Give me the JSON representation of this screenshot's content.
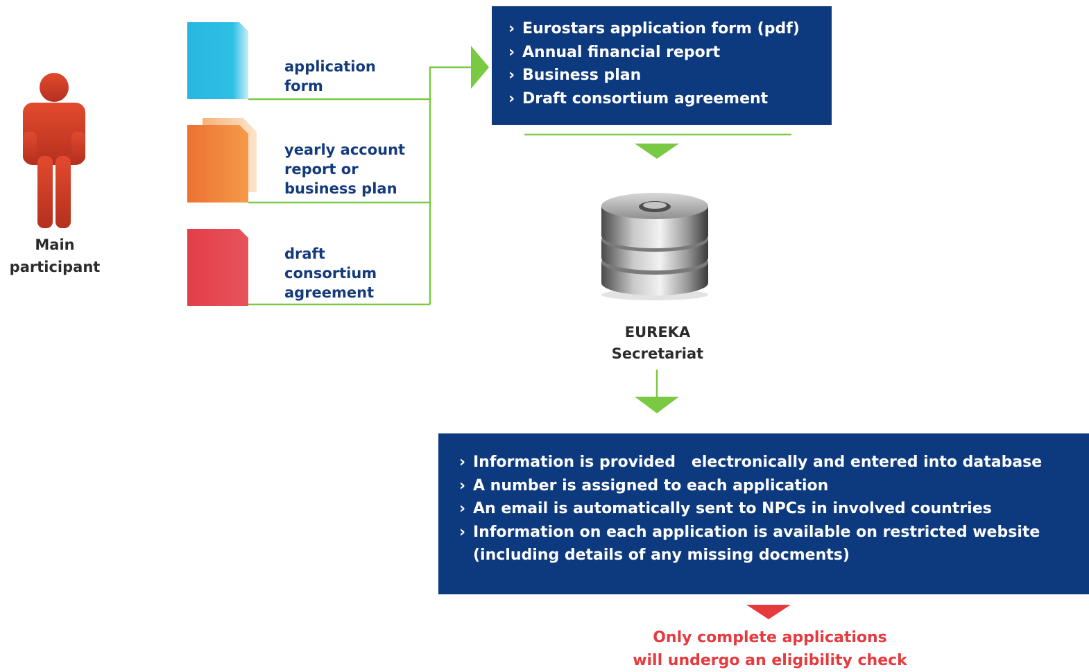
{
  "actor": {
    "label_line1": "Main",
    "label_line2": "participant",
    "icon": "person-icon",
    "color": "#d5432a"
  },
  "documents": [
    {
      "label_lines": [
        "application",
        "form"
      ],
      "color": "#2ab8e0",
      "icon": "document-icon"
    },
    {
      "label_lines": [
        "yearly account",
        "report or",
        "business plan"
      ],
      "color": "#f07f3a",
      "icon": "documents-stack-icon"
    },
    {
      "label_lines": [
        "draft",
        "consortium",
        "agreement"
      ],
      "color": "#e5404a",
      "icon": "document-icon"
    }
  ],
  "submission_box": {
    "items": [
      "Eurostars application form (pdf)",
      "Annual financial report",
      "Business plan",
      "Draft consortium agreement"
    ]
  },
  "secretariat": {
    "label_line1": "EUREKA",
    "label_line2": "Secretariat",
    "icon": "database-icon"
  },
  "processing_box": {
    "items": [
      "Information is provided   electronically and entered into database",
      "A number is assigned to each application",
      "An email is automatically sent to NPCs in involved countries",
      "Information on each application is available on restricted website"
    ],
    "continuation": "(including details of any missing docments)"
  },
  "outcome_note": {
    "line1": "Only complete applications",
    "line2": "will undergo an eligibility check"
  },
  "colors": {
    "box_blue": "#0d3a7e",
    "label_blue": "#133a7c",
    "connector_green": "#7ac943",
    "alert_red": "#e63a3f",
    "chevron": "›"
  }
}
